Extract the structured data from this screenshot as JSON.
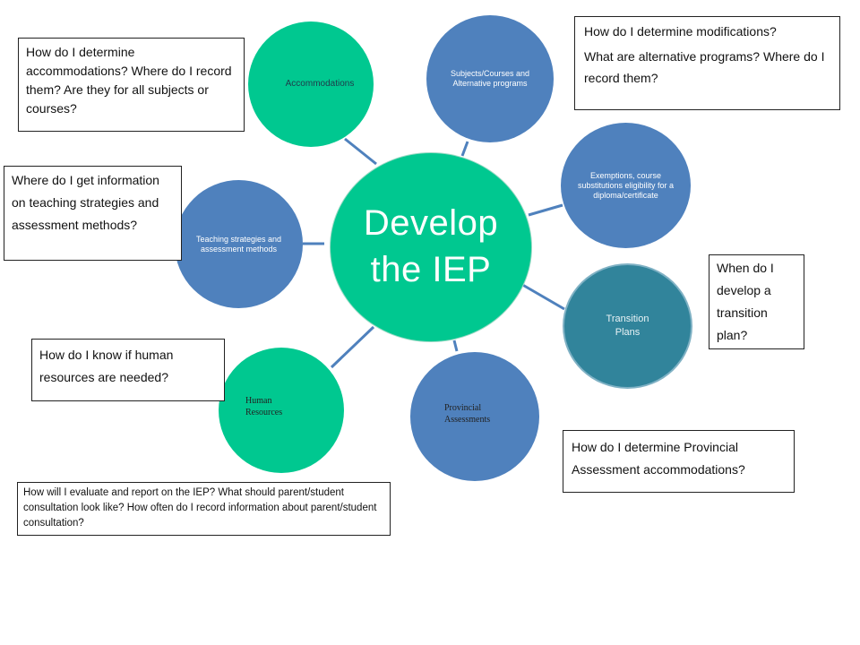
{
  "center": {
    "label_line1": "Develop",
    "label_line2": "the IEP"
  },
  "nodes": {
    "accommodations": "Accommodations",
    "subjects": "Subjects/Courses and Alternative programs",
    "exemptions": "Exemptions, course substitutions eligibility for a diploma/certificate",
    "transition": "Transition Plans",
    "provincial": "Provincial Assessments",
    "human": "Human Resources",
    "teaching": "Teaching strategies and assessment methods"
  },
  "questions": {
    "accommodations": "How do I determine accommodations?  Where do I record them? Are they for all subjects or courses?",
    "modifications_1": "How do I determine modifications?",
    "modifications_2": "What are alternative programs? Where do I record them?",
    "teaching": "Where do I get information on teaching strategies and assessment methods?",
    "transition": "When do I develop a transition plan?",
    "human": "How do I know if human resources are needed?",
    "provincial": "How do I determine Provincial Assessment accommodations?",
    "evaluate": "How will I evaluate and report on the IEP? What should parent/student consultation look like?  How often do I record information about parent/student consultation?"
  },
  "colors": {
    "green": "#00c890",
    "blue": "#4f81bd",
    "teal": "#31849b",
    "connector": "#4f81bd"
  }
}
